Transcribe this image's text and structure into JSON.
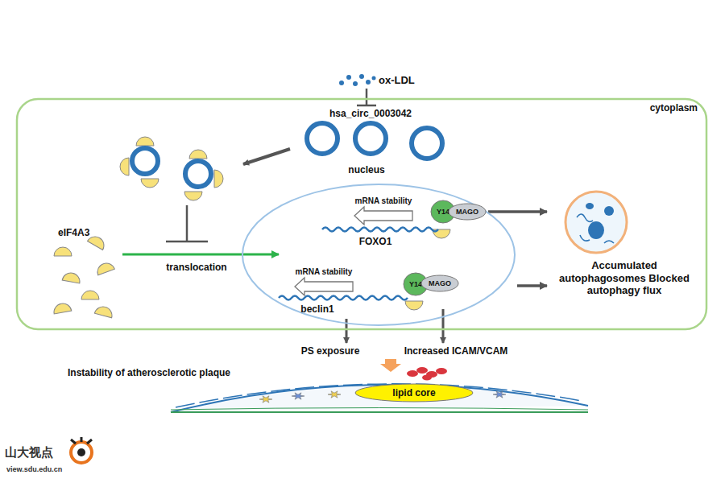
{
  "diagram": {
    "nodes": [
      {
        "text": [
          "cytoplasm"
        ]
      },
      {
        "text": [
          "nucleus"
        ],
        "in": 0
      },
      {
        "text": [
          "Y14"
        ],
        "in": 1
      },
      {
        "text": [
          "MAGO"
        ],
        "in": 1
      },
      {
        "text": [
          "Y14"
        ],
        "in": 1
      },
      {
        "text": [
          "MAGO"
        ],
        "in": 1
      },
      {
        "text": [
          "Accumulated autophagosomes Blocked autophagy flux"
        ],
        "in": 0
      },
      {
        "text": [
          "lipid core"
        ]
      }
    ],
    "edges": [
      {
        "from": 3,
        "to": 6,
        "arrow": "to"
      },
      {
        "from": 1,
        "to": 6,
        "arrow": "to"
      }
    ],
    "labels": [
      "ox-LDL",
      "hsa_circ_0003042",
      "eIF4A3",
      "translocation",
      "mRNA stability",
      "FOXO1",
      "mRNA stability",
      "beclin1",
      "PS exposure",
      "Increased ICAM/VCAM",
      "Instability of atherosclerotic plaque",
      "山大视点",
      "view.sdu.edu.cn"
    ]
  }
}
